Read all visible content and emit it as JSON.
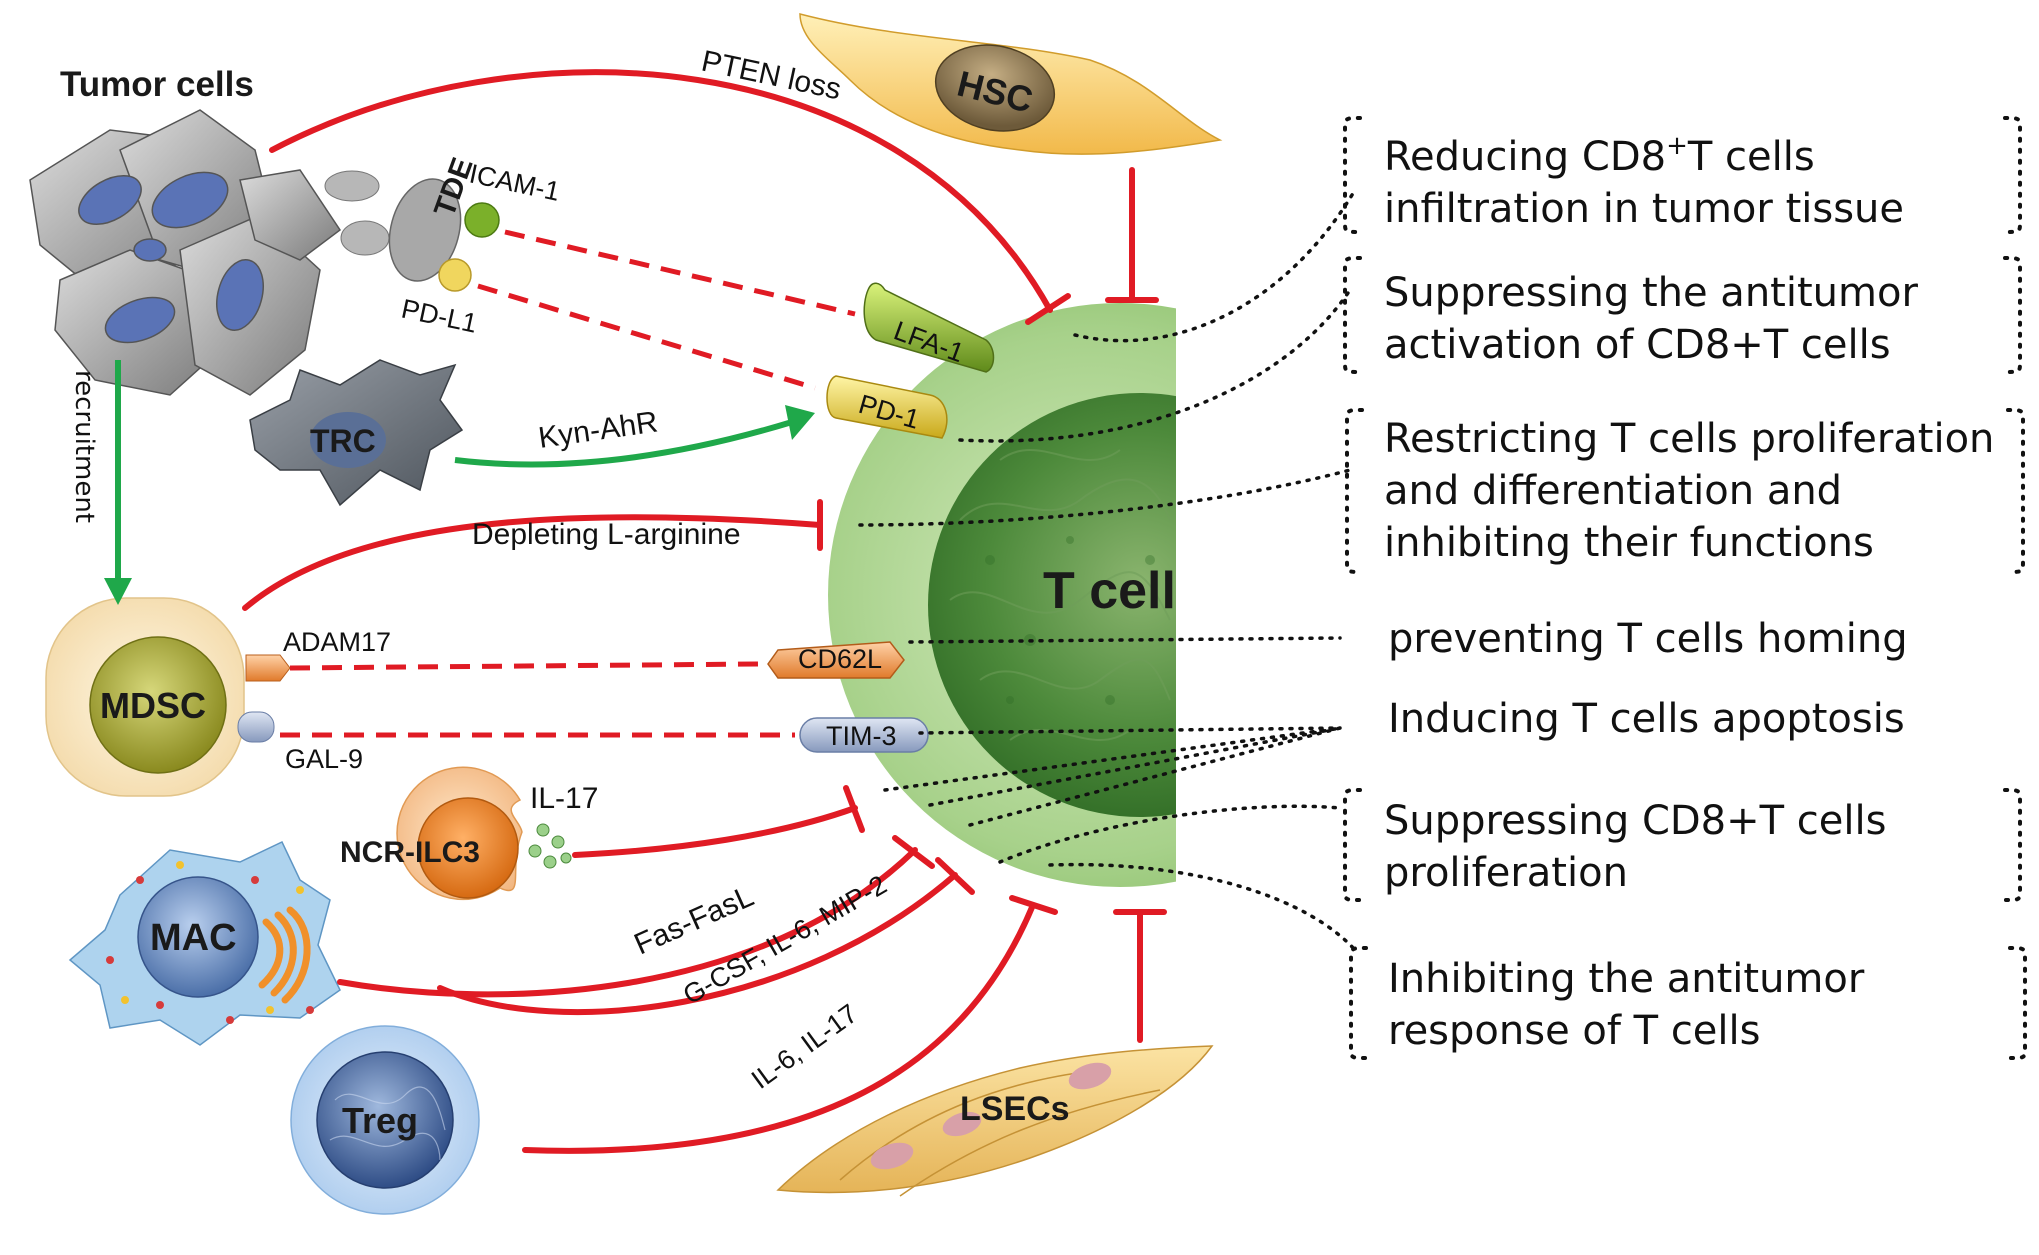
{
  "cells": {
    "tumor": "Tumor cells",
    "tde": "TDE",
    "trc": "TRC",
    "mdsc": "MDSC",
    "ncr_ilc3": "NCR-ILC3",
    "mac": "MAC",
    "treg": "Treg",
    "hsc": "HSC",
    "lsecs": "LSECs",
    "tcell": "T cell"
  },
  "molecules": {
    "icam1": "ICAM-1",
    "pdl1": "PD-L1",
    "lfa1": "LFA-1",
    "pd1": "PD-1",
    "cd62l": "CD62L",
    "tim3": "TIM-3",
    "adam17": "ADAM17",
    "gal9": "GAL-9",
    "il17": "IL-17"
  },
  "pathways": {
    "pten_loss": "PTEN loss",
    "recruitment": "recruitment",
    "kyn_ahr": "Kyn-AhR",
    "depleting_arginine": "Depleting L-arginine",
    "fas_fasl": "Fas-FasL",
    "gcsf": "G-CSF, IL-6, MIP-2",
    "il6_il17": "IL-6, IL-17"
  },
  "effects": [
    {
      "line1": "Reducing CD8",
      "sup": "+",
      "line1_tail": "T cells",
      "line2": "infiltration in tumor tissue"
    },
    {
      "line1": "Suppressing the antitumor",
      "line2": "activation of CD8+T cells"
    },
    {
      "line1": "Restricting T cells proliferation",
      "line2": "and differentiation and",
      "line3": "inhibiting their functions"
    },
    {
      "line1": "preventing T cells homing"
    },
    {
      "line1": "Inducing T cells apoptosis"
    },
    {
      "line1": "Suppressing CD8+T cells",
      "line2": "proliferation"
    },
    {
      "line1": "Inhibiting the antitumor",
      "line2": "response of T cells"
    }
  ],
  "colors": {
    "inhibit": "#e01b24",
    "activate": "#1fa84a",
    "tcell_outer": "#a9d08e",
    "tcell_nucleus": "#3d7a32"
  }
}
